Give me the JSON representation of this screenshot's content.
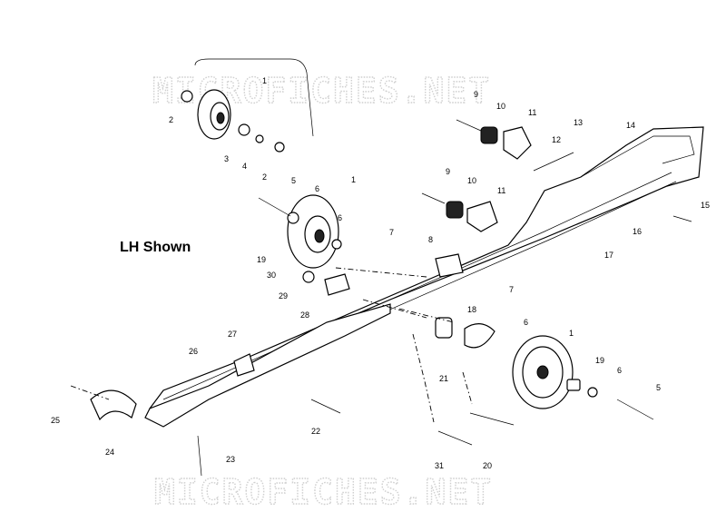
{
  "title": "LH Shown",
  "watermarks": [
    "MICROFICHES.NET",
    "MICROFICHES.NET"
  ],
  "callouts": [
    "1",
    "2",
    "3",
    "4",
    "2",
    "9",
    "10",
    "11",
    "13",
    "12",
    "14",
    "9",
    "10",
    "11",
    "15",
    "16",
    "17",
    "5",
    "6",
    "1",
    "6",
    "19",
    "7",
    "8",
    "30",
    "29",
    "28",
    "7",
    "18",
    "6",
    "1",
    "19",
    "6",
    "5",
    "27",
    "26",
    "21",
    "25",
    "24",
    "22",
    "23",
    "31",
    "20"
  ]
}
